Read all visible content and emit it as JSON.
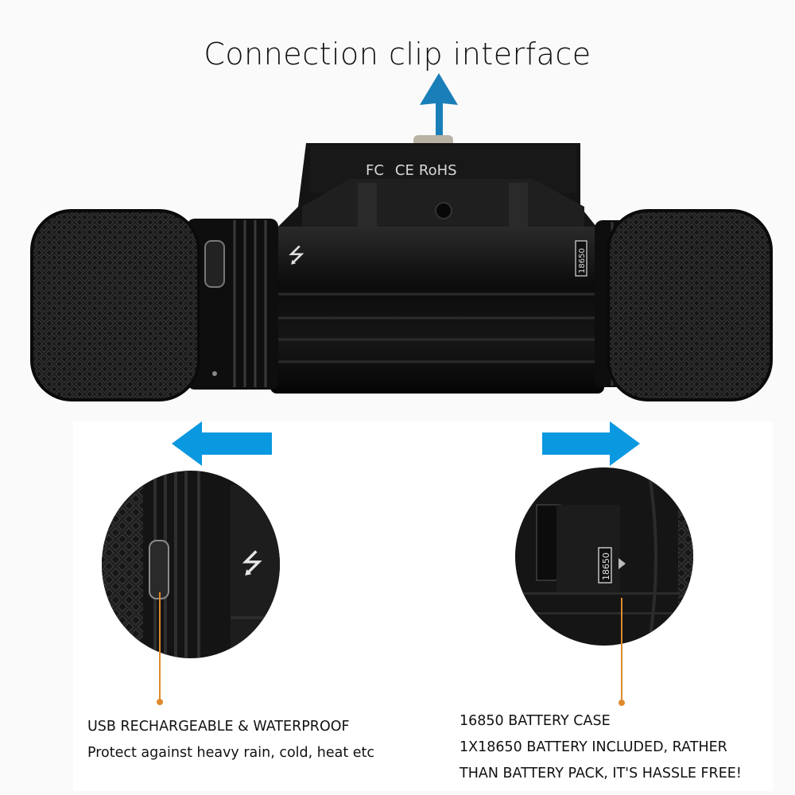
{
  "header": {
    "title": "Connection clip interface",
    "arrow_color": "#1a7fb8"
  },
  "device": {
    "certification_marks": [
      "FC",
      "CE",
      "RoHS"
    ],
    "usb_icon": "usb-icon",
    "battery_label": "18650",
    "body_color": "#0d0d0d"
  },
  "detail_left": {
    "arrow_direction": "left",
    "arrow_color": "#0a98e0",
    "feature": "micro-usb-port",
    "callout": {
      "line1": "USB RECHARGEABLE & WATERPROOF",
      "line2": "Protect against heavy rain, cold, heat etc"
    }
  },
  "detail_right": {
    "arrow_direction": "right",
    "arrow_color": "#0a98e0",
    "battery_label": "18650",
    "callout": {
      "line1": "16850 BATTERY CASE",
      "line2": "1X18650 BATTERY INCLUDED, RATHER",
      "line3": "THAN BATTERY PACK, IT'S HASSLE FREE!"
    }
  },
  "colors": {
    "background": "#fbfafa",
    "panel": "#ffffff",
    "leader_line": "#e08a2e"
  }
}
